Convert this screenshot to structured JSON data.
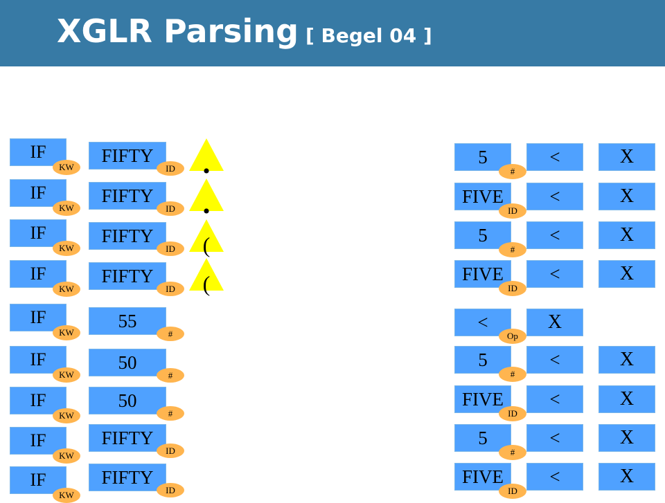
{
  "title": {
    "main": "XGLR Parsing",
    "sub": "[ Begel 04 ]"
  },
  "colors": {
    "header": "#377aa5",
    "box": "#4fa1ff",
    "tag": "#ffb54f",
    "triangle": "#ffff00"
  },
  "left_rows": [
    {
      "kw": "IF",
      "kw_tag": "KW",
      "token": "FIFTY",
      "token_tag": "ID",
      "marker": "•"
    },
    {
      "kw": "IF",
      "kw_tag": "KW",
      "token": "FIFTY",
      "token_tag": "ID",
      "marker": "•"
    },
    {
      "kw": "IF",
      "kw_tag": "KW",
      "token": "FIFTY",
      "token_tag": "ID",
      "marker": "("
    },
    {
      "kw": "IF",
      "kw_tag": "KW",
      "token": "FIFTY",
      "token_tag": "ID",
      "marker": "("
    },
    {
      "kw": "IF",
      "kw_tag": "KW",
      "token": "55",
      "token_tag": "#"
    },
    {
      "kw": "IF",
      "kw_tag": "KW",
      "token": "50",
      "token_tag": "#"
    },
    {
      "kw": "IF",
      "kw_tag": "KW",
      "token": "50",
      "token_tag": "#"
    },
    {
      "kw": "IF",
      "kw_tag": "KW",
      "token": "FIFTY",
      "token_tag": "ID"
    },
    {
      "kw": "IF",
      "kw_tag": "KW",
      "token": "FIFTY",
      "token_tag": "ID"
    }
  ],
  "right_rows": [
    {
      "a": "5",
      "a_tag": "#",
      "op": "<",
      "x": "X"
    },
    {
      "a": "FIVE",
      "a_tag": "ID",
      "op": "<",
      "x": "X"
    },
    {
      "a": "5",
      "a_tag": "#",
      "op": "<",
      "x": "X"
    },
    {
      "a": "FIVE",
      "a_tag": "ID",
      "op": "<",
      "x": "X"
    },
    {
      "a": "<",
      "a_tag": "Op",
      "op": "X"
    },
    {
      "a": "5",
      "a_tag": "#",
      "op": "<",
      "x": "X"
    },
    {
      "a": "FIVE",
      "a_tag": "ID",
      "op": "<",
      "x": "X"
    },
    {
      "a": "5",
      "a_tag": "#",
      "op": "<",
      "x": "X"
    },
    {
      "a": "FIVE",
      "a_tag": "ID",
      "op": "<",
      "x": "X"
    }
  ]
}
